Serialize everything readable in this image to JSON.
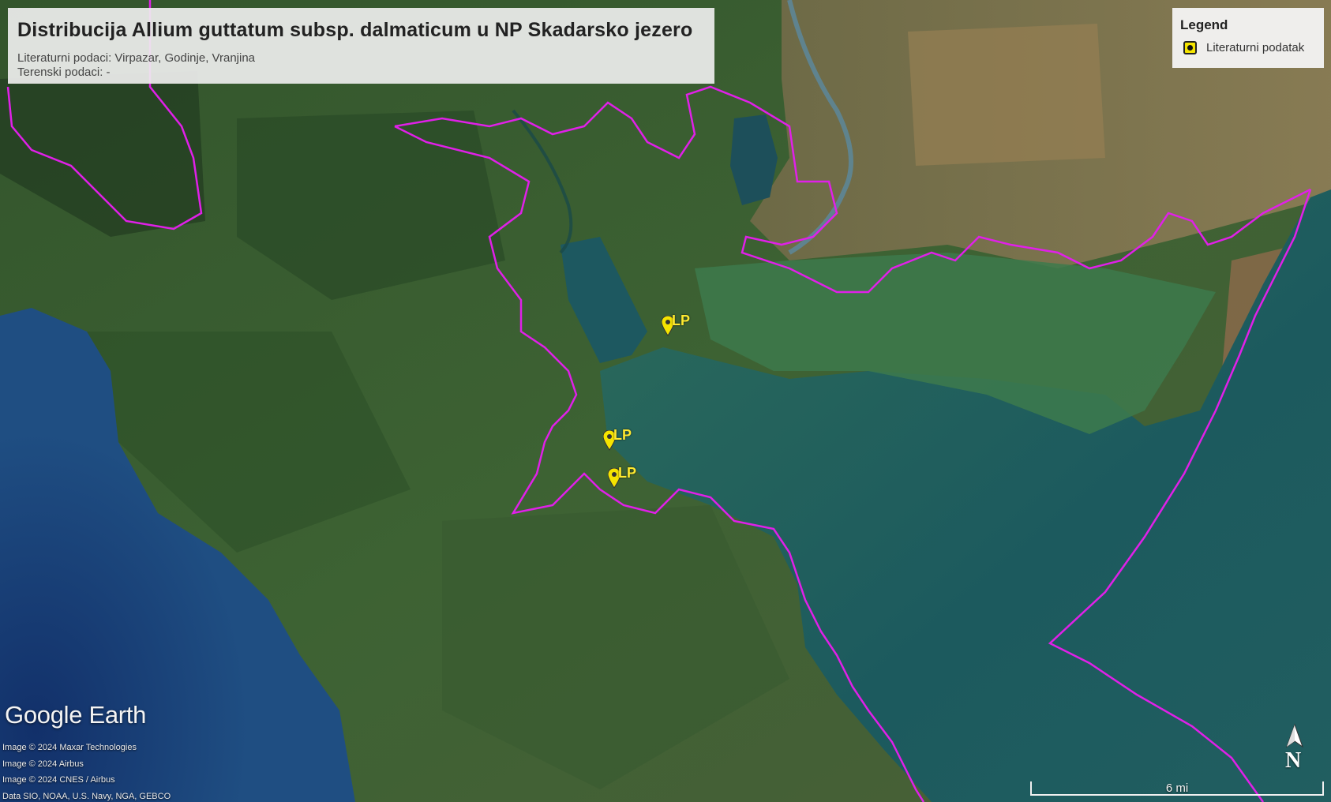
{
  "map": {
    "title": "Distribucija Allium guttatum subsp. dalmaticum u NP Skadarsko jezero",
    "subtitle_lines": [
      "Literaturni podaci: Virpazar, Godinje, Vranjina",
      "Terenski podaci: -"
    ],
    "legend": {
      "title": "Legend",
      "items": [
        {
          "label": "Literaturni podatak",
          "symbol": "yellow-square-black-dot",
          "color": "#f5e400"
        }
      ]
    },
    "markers": [
      {
        "label": "LP",
        "kind": "literature-record",
        "color": "#f5e400"
      },
      {
        "label": "LP",
        "kind": "literature-record",
        "color": "#f5e400"
      },
      {
        "label": "LP",
        "kind": "literature-record",
        "color": "#f5e400"
      }
    ],
    "boundary_color": "#e020e8",
    "brand": "Google Earth",
    "credits": [
      "Image © 2024 Maxar Technologies",
      "Image © 2024 Airbus",
      "Image © 2024 CNES / Airbus",
      "Data SIO, NOAA, U.S. Navy, NGA, GEBCO"
    ],
    "scale_label": "6 mi",
    "north_label": "N",
    "colors": {
      "sea": "#1a3f74",
      "lake": "#1c5a5a",
      "forest": "#2f5a2e",
      "farmland": "#8a7a52"
    }
  }
}
